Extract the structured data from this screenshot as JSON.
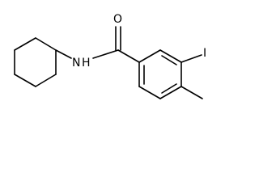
{
  "molecule": {
    "atoms": {
      "oxygen": "O",
      "amide_nitrogen": "N",
      "amide_hydrogen": "H",
      "iodine": "I"
    }
  }
}
